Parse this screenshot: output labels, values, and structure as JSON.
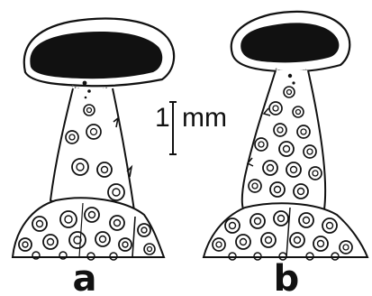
{
  "figure": {
    "scale_bar": {
      "value": "1",
      "unit": "mm"
    },
    "panels": [
      {
        "label": "a"
      },
      {
        "label": "b"
      }
    ]
  },
  "colors": {
    "ink": "#111111",
    "paper": "#ffffff"
  }
}
